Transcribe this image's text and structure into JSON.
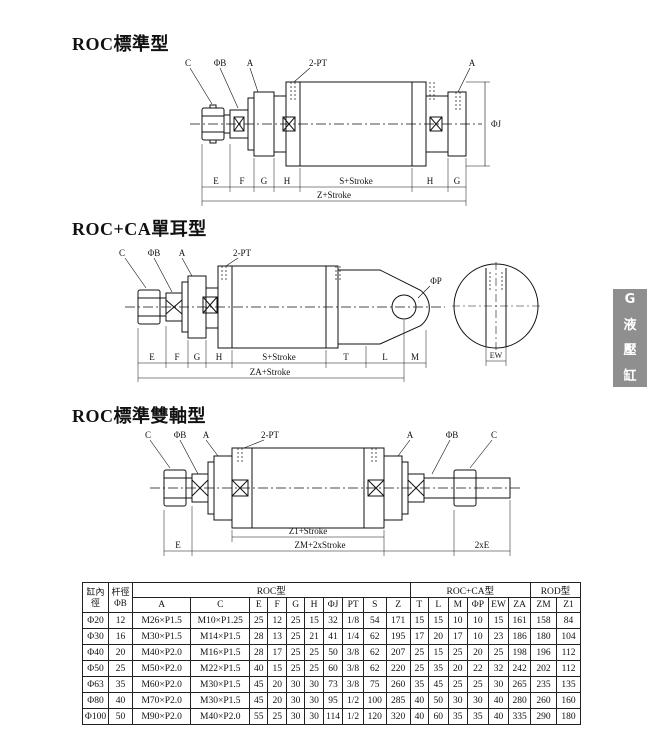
{
  "sections": {
    "roc_title": "ROC標準型",
    "roc_ca_title": "ROC+CA單耳型",
    "roc_double_title": "ROC標準雙軸型"
  },
  "side_tab": [
    "G",
    "液",
    "壓",
    "缸"
  ],
  "diagram1": {
    "labels": {
      "c": "C",
      "phi_b": "ΦB",
      "a": "A",
      "pt": "2-PT",
      "a2": "A",
      "phi_j": "ΦJ"
    },
    "dims": {
      "e": "E",
      "f": "F",
      "g": "G",
      "h": "H",
      "stroke": "S+Stroke",
      "h2": "H",
      "g2": "G",
      "total": "Z+Stroke"
    }
  },
  "diagram2": {
    "labels": {
      "c": "C",
      "phi_b": "ΦB",
      "a": "A",
      "pt": "2-PT",
      "phi_p": "ΦP"
    },
    "dims": {
      "e": "E",
      "f": "F",
      "g": "G",
      "h": "H",
      "stroke": "S+Stroke",
      "t": "T",
      "l": "L",
      "m": "M",
      "total": "ZA+Stroke",
      "ew": "EW"
    }
  },
  "diagram3": {
    "labels": {
      "c": "C",
      "phi_b": "ΦB",
      "a": "A",
      "pt": "2-PT",
      "a2": "A",
      "phi_b2": "ΦB",
      "c2": "C"
    },
    "dims": {
      "e": "E",
      "z1": "Z1+Stroke",
      "zm": "ZM+2xStroke",
      "twoxe": "2xE"
    }
  },
  "table": {
    "header1": {
      "bore": "缸內徑",
      "rod": "杆徑ΦB",
      "roc": "ROC型",
      "roc_ca": "ROC+CA型",
      "rod_type": "ROD型"
    },
    "header2": [
      "A",
      "C",
      "E",
      "F",
      "G",
      "H",
      "ΦJ",
      "PT",
      "S",
      "Z",
      "T",
      "L",
      "M",
      "ΦP",
      "EW",
      "ZA",
      "ZM",
      "Z1"
    ],
    "rows": [
      [
        "Φ20",
        "12",
        "M26×P1.5",
        "M10×P1.25",
        "25",
        "12",
        "25",
        "15",
        "32",
        "1/8",
        "54",
        "171",
        "15",
        "15",
        "10",
        "10",
        "15",
        "161",
        "158",
        "84"
      ],
      [
        "Φ30",
        "16",
        "M30×P1.5",
        "M14×P1.5",
        "28",
        "13",
        "25",
        "21",
        "41",
        "1/4",
        "62",
        "195",
        "17",
        "20",
        "17",
        "10",
        "23",
        "186",
        "180",
        "104"
      ],
      [
        "Φ40",
        "20",
        "M40×P2.0",
        "M16×P1.5",
        "28",
        "17",
        "25",
        "25",
        "50",
        "3/8",
        "62",
        "207",
        "25",
        "15",
        "25",
        "20",
        "25",
        "198",
        "196",
        "112"
      ],
      [
        "Φ50",
        "25",
        "M50×P2.0",
        "M22×P1.5",
        "40",
        "15",
        "25",
        "25",
        "60",
        "3/8",
        "62",
        "220",
        "25",
        "35",
        "20",
        "22",
        "32",
        "242",
        "202",
        "112"
      ],
      [
        "Φ63",
        "35",
        "M60×P2.0",
        "M30×P1.5",
        "45",
        "20",
        "30",
        "30",
        "73",
        "3/8",
        "75",
        "260",
        "35",
        "45",
        "25",
        "25",
        "30",
        "265",
        "235",
        "135"
      ],
      [
        "Φ80",
        "40",
        "M70×P2.0",
        "M30×P1.5",
        "45",
        "20",
        "30",
        "30",
        "95",
        "1/2",
        "100",
        "285",
        "40",
        "50",
        "30",
        "30",
        "40",
        "280",
        "260",
        "160"
      ],
      [
        "Φ100",
        "50",
        "M90×P2.0",
        "M40×P2.0",
        "55",
        "25",
        "30",
        "30",
        "114",
        "1/2",
        "120",
        "320",
        "40",
        "60",
        "35",
        "35",
        "40",
        "335",
        "290",
        "180"
      ]
    ]
  }
}
